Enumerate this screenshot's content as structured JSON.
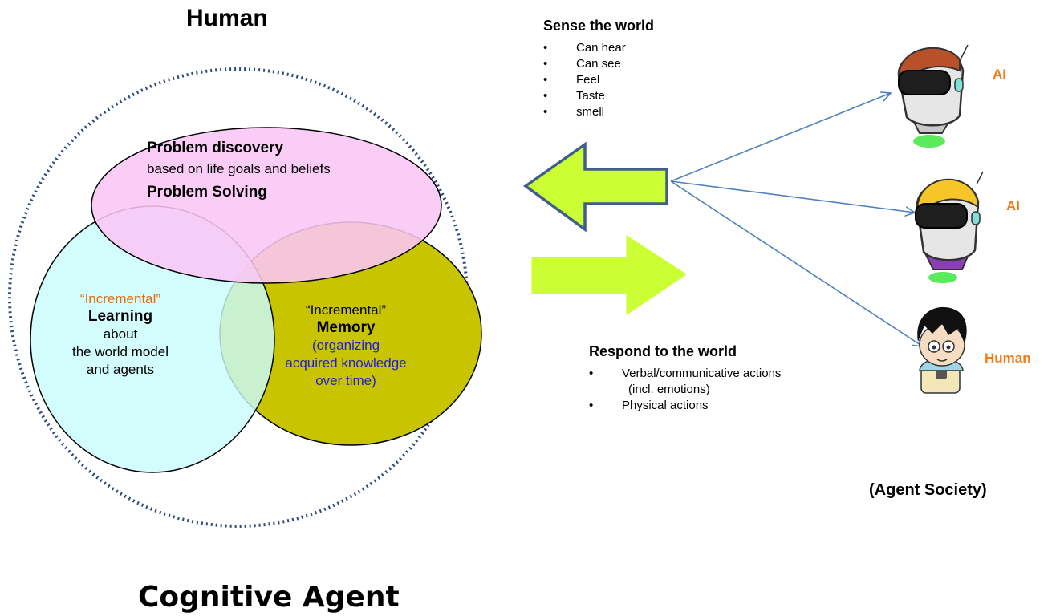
{
  "header": {
    "title": "Human"
  },
  "footer": {
    "title": "Cognitive Agent"
  },
  "venn": {
    "problem_discovery_title": "Problem discovery",
    "problem_discovery_sub": "based on life goals and beliefs",
    "problem_solving_title": "Problem Solving",
    "learning": {
      "qualifier": "“Incremental”",
      "title": "Learning",
      "line1": "about",
      "line2": "the world model",
      "line3": "and agents"
    },
    "memory": {
      "qualifier": "“Incremental”",
      "title": "Memory",
      "line1": "(organizing",
      "line2": "acquired knowledge",
      "line3": "over time)"
    }
  },
  "sense": {
    "title": "Sense the world",
    "items": [
      "Can hear",
      "Can see",
      "Feel",
      "Taste",
      "smell"
    ]
  },
  "respond": {
    "title": "Respond to the world",
    "items": [
      "Verbal/communicative actions",
      "(incl. emotions)",
      "Physical actions"
    ]
  },
  "agents": [
    {
      "label": "AI",
      "icon": "robot-icon"
    },
    {
      "label": "AI",
      "icon": "robot-icon"
    },
    {
      "label": "Human",
      "icon": "human-icon"
    }
  ],
  "society": {
    "label": "(Agent Society)"
  },
  "colors": {
    "problem_ellipse": "#f9c6f5",
    "learning_ellipse": "#c9fbfc",
    "memory_ellipse": "#c8c400",
    "arrow_fill": "#ccff33",
    "arrow_stroke": "#3f5e8c",
    "connector": "#4f81bd",
    "agent_label": "#f07c18"
  }
}
